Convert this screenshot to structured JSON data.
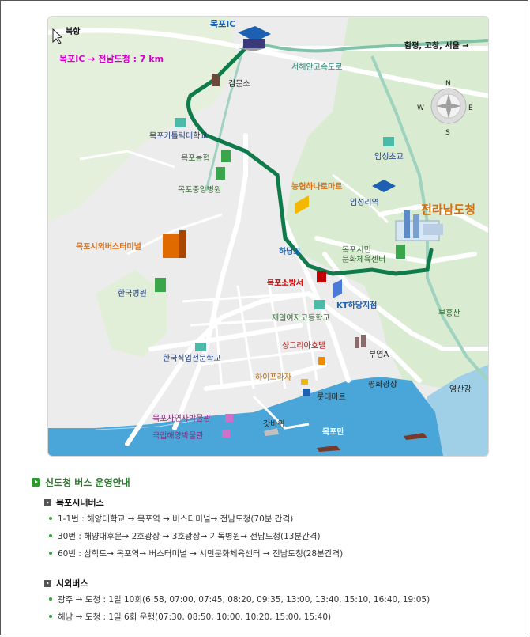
{
  "map": {
    "north_label": "북항",
    "ic_top": "목포IC",
    "distance_note": "목포IC → 전남도청 : 7 km",
    "direction_right": "함평, 고창, 서울 →",
    "highway": "서해안고속도로",
    "compass": {
      "n": "N",
      "e": "E",
      "s": "S",
      "w": "W"
    },
    "places": {
      "geommunso": "검문소",
      "catholic_univ": "목포카톨릭대학교",
      "nonghyup": "목포농협",
      "central_hospital": "목포중앙병원",
      "imseong_school": "임성초교",
      "hanaro_mart": "농협하나로마트",
      "imseongri_station": "임성리역",
      "provincial_office": "전라남도청",
      "bus_terminal": "목포시외버스터미널",
      "hadanggyo": "하당교",
      "citizen_gym": "목포시민\n문화체육센터",
      "fire_station": "목포소방서",
      "kt_branch": "KT하당지점",
      "hankook_hospital": "한국병원",
      "jeil_school": "제일여자고등학교",
      "buheungsan": "부흥산",
      "shangrila": "샹그리아호텔",
      "buyoung": "부영A",
      "polytech": "한국직업전문학교",
      "hiplaza": "하이프라자",
      "peace_square": "평화광장",
      "lotte_mart": "롯데마트",
      "yeongsangang": "영산강",
      "natural_museum": "목포자연사박물관",
      "maritime_museum": "국립해양박물관",
      "gatbawi": "갓바위",
      "mokpoman": "목포만"
    }
  },
  "bus": {
    "title": "신도청 버스 운영안내",
    "city_title": "목포시내버스",
    "city_routes": [
      "1-1번 : 해양대학교 → 목포역 → 버스터미널→ 전남도청(70분 간격)",
      "30번 : 해양대후문→ 2호광장 → 3호광장→ 기독병원→ 전남도청(13분간격)",
      "60번 : 삼학도→ 목포역→ 버스터미널 → 시민문화체육센터 → 전남도청(28분간격)"
    ],
    "intercity_title": "시외버스",
    "intercity_routes": [
      "광주 → 도청 : 1일 10회(6:58, 07:00, 07:45, 08:20, 09:35, 13:00, 13:40, 15:10, 16:40, 19:05)",
      "해남 → 도청 : 1일 6회 운행(07:30, 08:50, 10:00, 10:20, 15:00, 15:40)"
    ]
  },
  "colors": {
    "route_line": "#0f7a4a",
    "sea": "#4aa6d8",
    "river": "#9fd0e8",
    "green_area": "#d9ecd2",
    "road": "#ffffff",
    "title_green": "#2e7a2e"
  }
}
